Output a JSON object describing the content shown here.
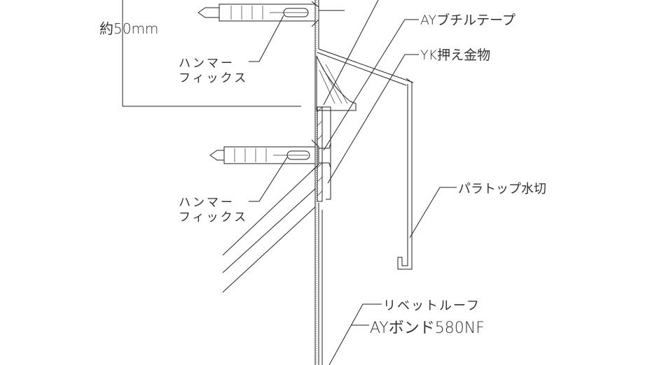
{
  "title": "パラトップ水切 取付詳細図",
  "dimension": {
    "label": "約50mm"
  },
  "labels": {
    "butyl_tape": "AYブチルテープ",
    "yk_bracket": "YK押え金物",
    "hammer_fix_top": [
      "ハンマー",
      "フィックス"
    ],
    "hammer_fix_bottom": [
      "ハンマー",
      "フィックス"
    ],
    "paratop": "パラトップ水切",
    "rivet_roof": "リベットルーフ",
    "bond": "AYボンド580NF"
  }
}
